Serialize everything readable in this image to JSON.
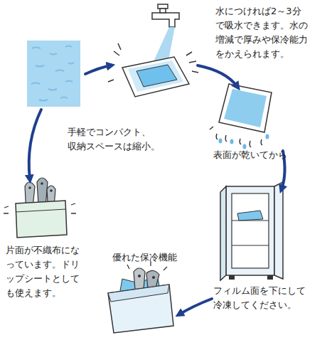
{
  "diagram": {
    "labels": [
      "水につければ2～3分で吸水できます。水の増減で厚みや保冷能力をかえられます。",
      "手軽でコンパクト、収納スペースは縮小。",
      "表面が乾いてから",
      "優れた保冷機能",
      "フィルム面を下にして冷凍してください。",
      "片面が不織布になっています。ドリップシートとしても使えます。"
    ]
  }
}
